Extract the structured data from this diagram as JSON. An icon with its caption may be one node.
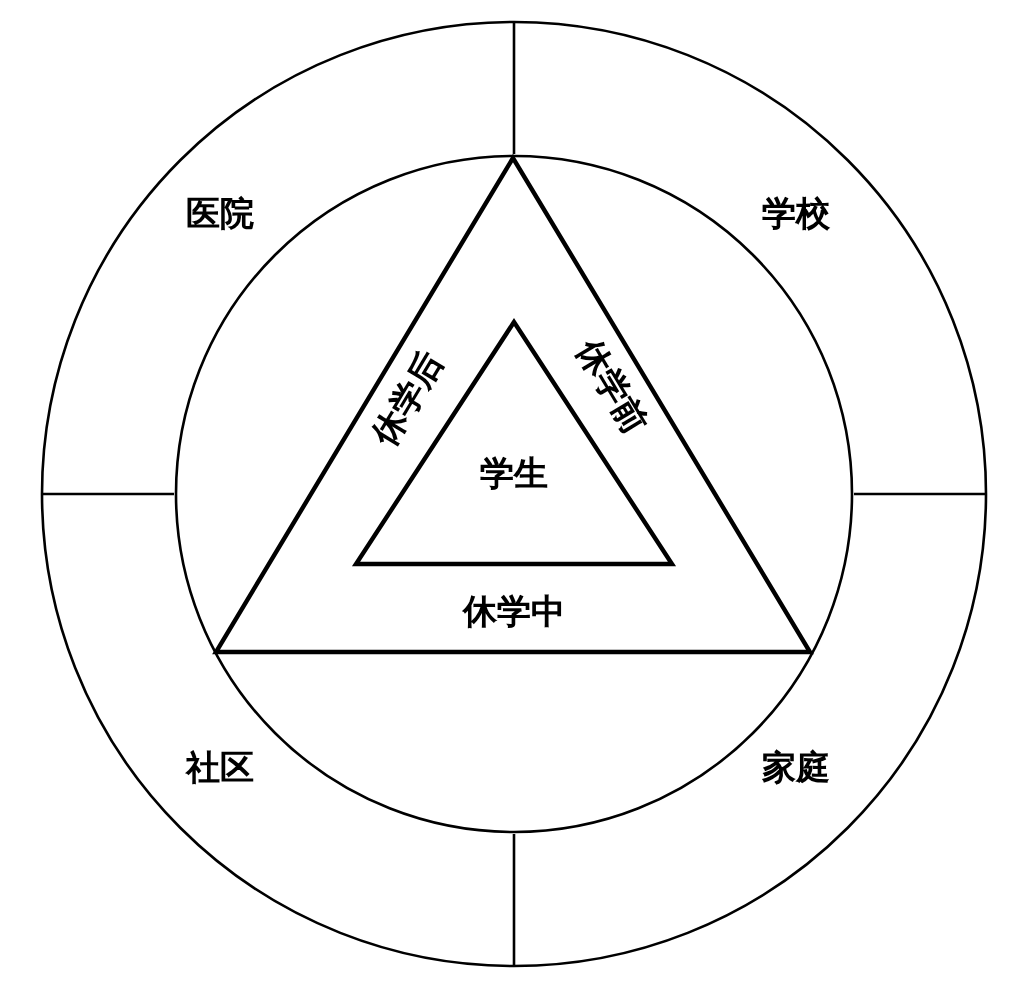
{
  "diagram": {
    "nodes": [
      {
        "text": [],
        "shape": "circle"
      },
      {
        "text": [
          "医院"
        ],
        "in": 0
      },
      {
        "text": [
          "学校"
        ],
        "in": 0
      },
      {
        "text": [
          "社区"
        ],
        "in": 0
      },
      {
        "text": [
          "家庭"
        ],
        "in": 0
      },
      {
        "text": [],
        "shape": "circle",
        "in": 0
      },
      {
        "text": [
          "休学后",
          "休学前",
          "休学中"
        ],
        "in": 5
      },
      {
        "text": [
          "学生"
        ],
        "in": 6
      }
    ]
  }
}
